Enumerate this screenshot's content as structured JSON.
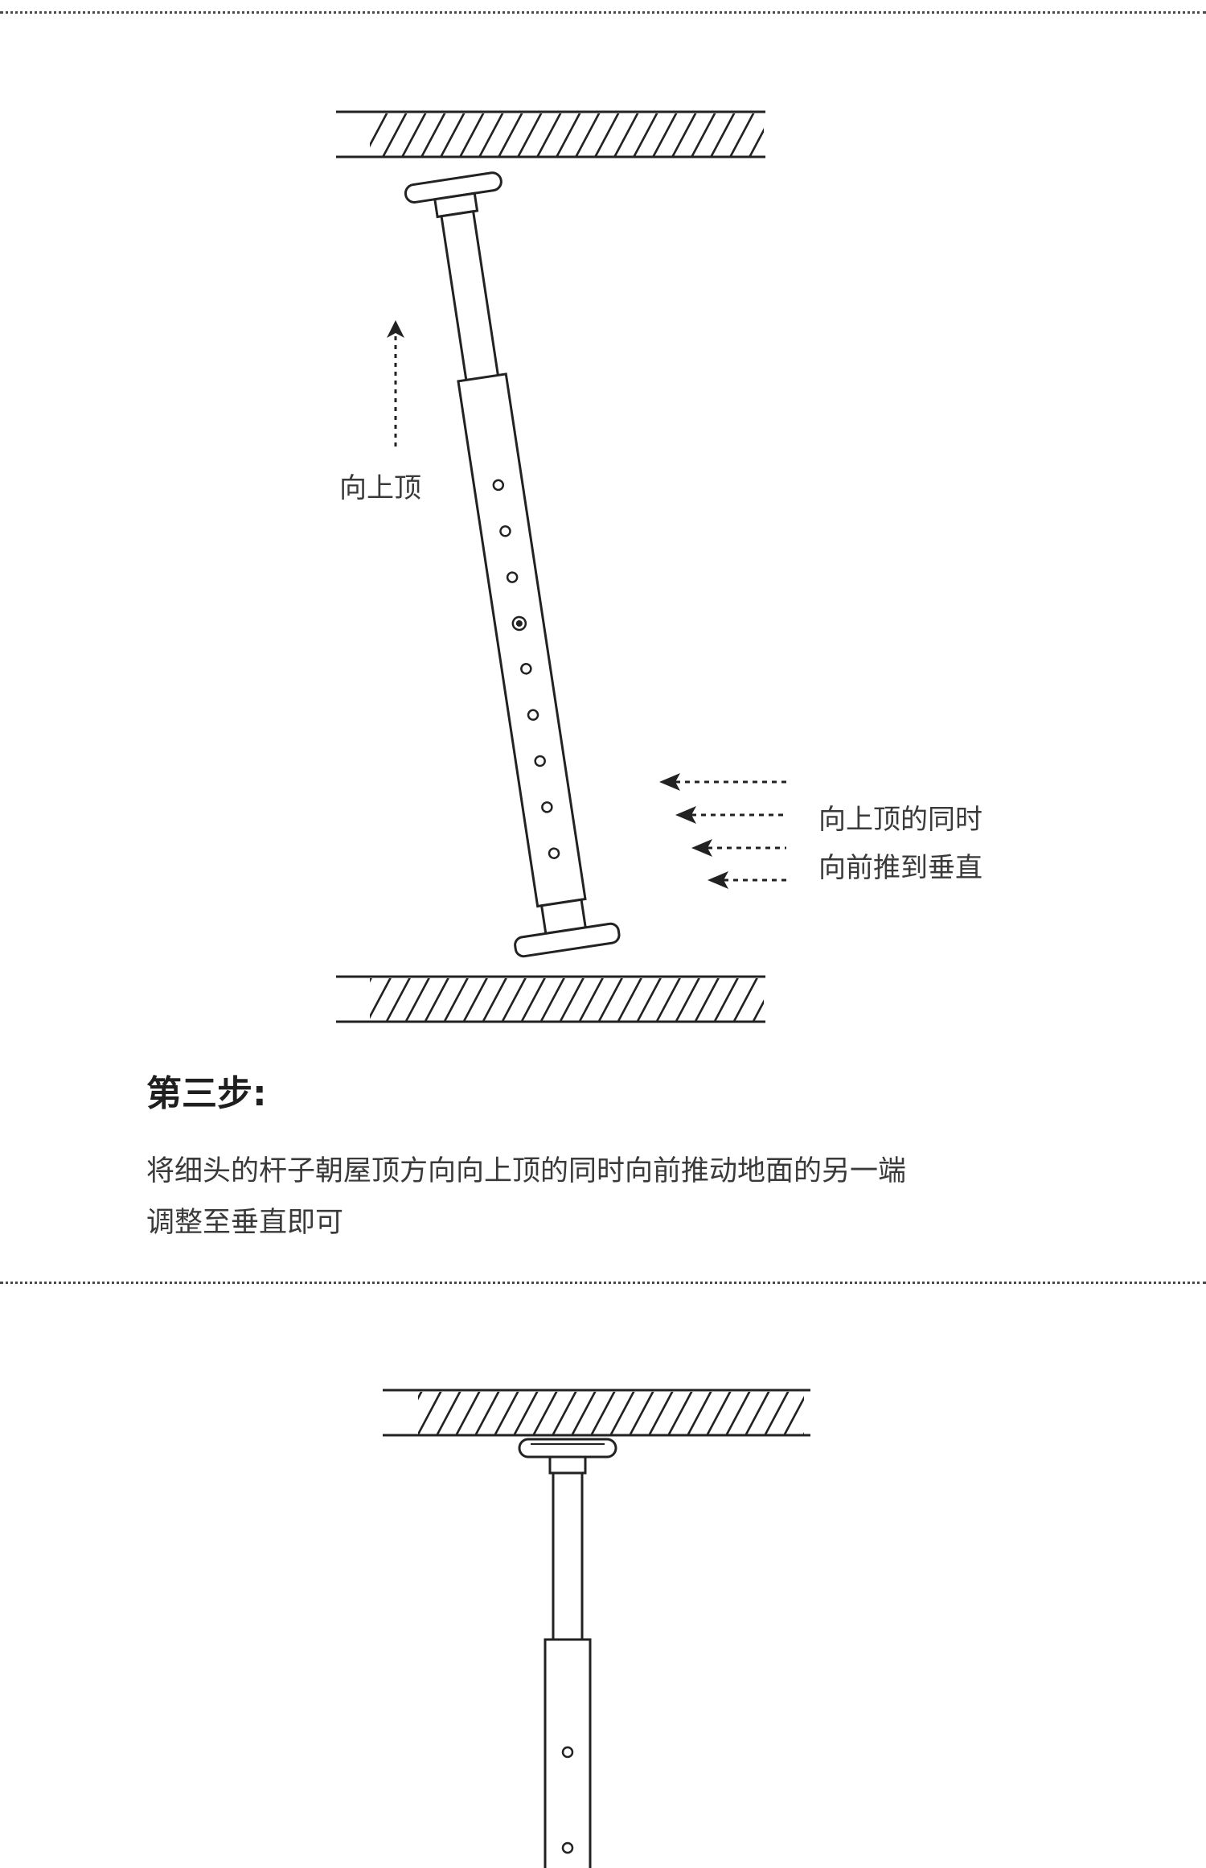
{
  "labels": {
    "push_up": "向上顶",
    "push_line1": "向上顶的同时",
    "push_line2": "向前推到垂直"
  },
  "step": {
    "title": "第三步:",
    "desc_line1": "将细头的杆子朝屋顶方向向上顶的同时向前推动地面的另一端",
    "desc_line2": "调整至垂直即可"
  }
}
